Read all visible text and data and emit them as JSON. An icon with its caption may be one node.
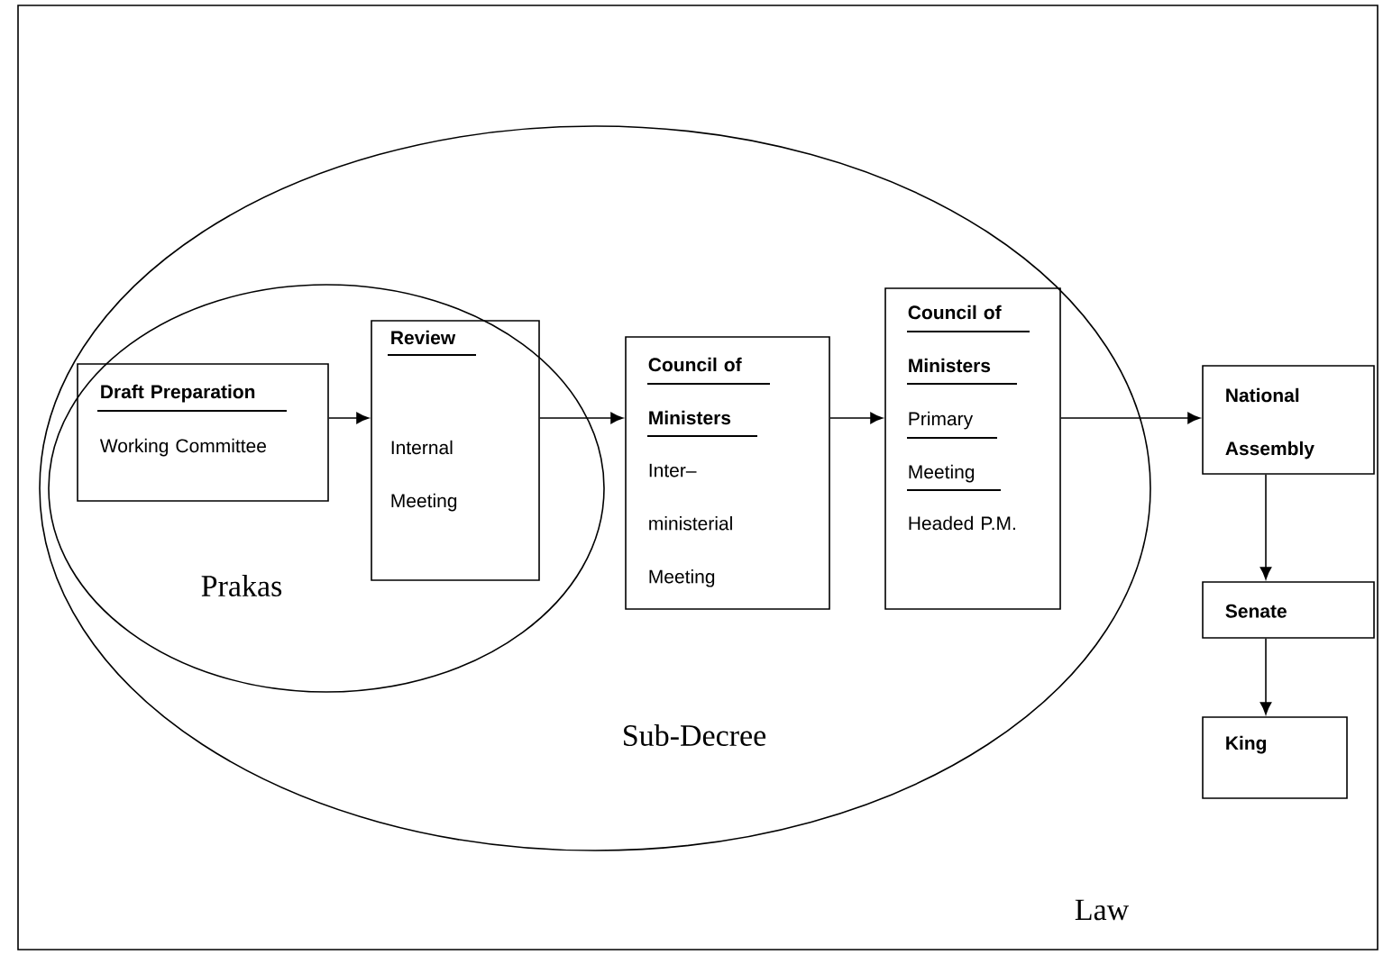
{
  "diagram": {
    "nodes": [
      {
        "text": [
          "Law"
        ]
      },
      {
        "text": [
          "Sub-Decree"
        ],
        "in": 0
      },
      {
        "text": [
          "Prakas"
        ],
        "in": 1
      },
      {
        "text": [
          "Draft Preparation",
          "Working Committee"
        ],
        "in": 2
      },
      {
        "text": [
          "Review",
          "Internal Meeting"
        ],
        "in": 2
      },
      {
        "text": [
          "Council of Ministers",
          "Inter– ministerial Meeting"
        ],
        "in": 1
      },
      {
        "text": [
          "Council of Ministers",
          "Primary Meeting",
          "Headed P.M."
        ],
        "in": 1
      },
      {
        "text": [
          "National Assembly"
        ],
        "in": 0
      },
      {
        "text": [
          "Senate"
        ],
        "in": 0
      },
      {
        "text": [
          "King"
        ],
        "in": 0
      }
    ],
    "edges": [
      {
        "from": 3,
        "to": 4,
        "arrow": "to"
      },
      {
        "from": 4,
        "to": 5,
        "arrow": "to"
      },
      {
        "from": 5,
        "to": 6,
        "arrow": "to"
      },
      {
        "from": 6,
        "to": 7,
        "arrow": "to"
      },
      {
        "from": 7,
        "to": 8,
        "arrow": "to"
      },
      {
        "from": 8,
        "to": 9,
        "arrow": "to"
      }
    ]
  }
}
